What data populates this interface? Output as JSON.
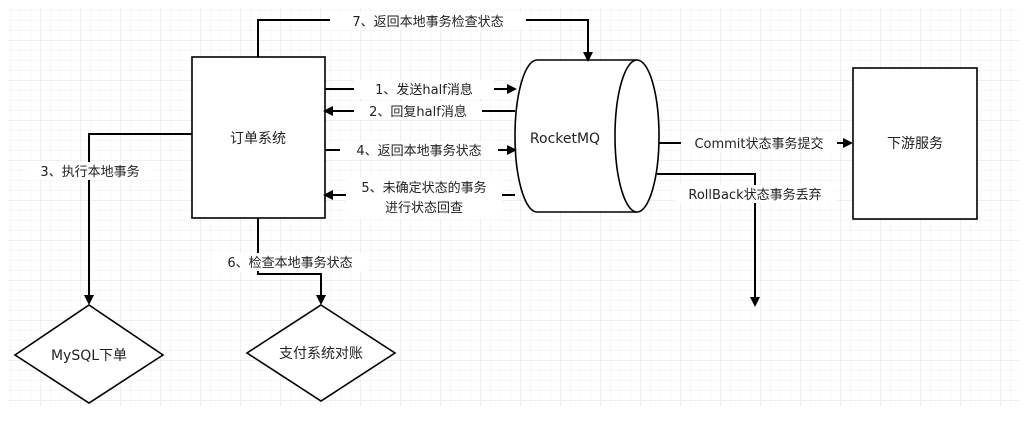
{
  "nodes": {
    "order_system": "订单系统",
    "rocketmq": "RocketMQ",
    "downstream": "下游服务",
    "mysql": "MySQL下单",
    "payment_reconcile": "支付系统对账"
  },
  "edges": {
    "e1": "1、发送half消息",
    "e2": "2、回复half消息",
    "e3": "3、执行本地事务",
    "e4": "4、返回本地事务状态",
    "e5_line1": "5、未确定状态的事务",
    "e5_line2": "进行状态回查",
    "e6": "6、检查本地事务状态",
    "e7": "7、返回本地事务检查状态",
    "commit": "Commit状态事务提交",
    "rollback": "RollBack状态事务丢弃"
  },
  "colors": {
    "grid": "#e6e6e6",
    "stroke": "#000000",
    "background": "#ffffff"
  }
}
